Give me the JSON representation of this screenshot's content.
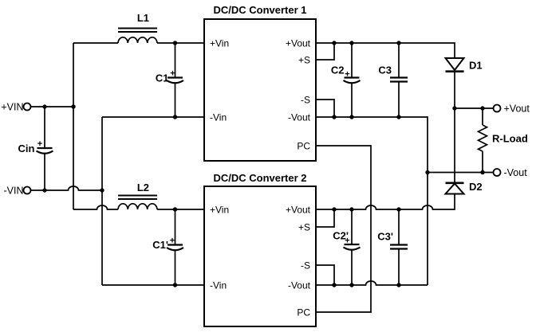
{
  "colors": {
    "line": "#000000",
    "background": "#ffffff"
  },
  "input": {
    "pos_terminal": "+VIN",
    "neg_terminal": "-VIN",
    "bulk_cap": {
      "label": "Cin",
      "polarity": "+"
    }
  },
  "output": {
    "pos_terminal": "+Vout",
    "neg_terminal": "-Vout",
    "load": "R-Load"
  },
  "branch1": {
    "title": "DC/DC Converter 1",
    "inductor": "L1",
    "input_cap": {
      "label": "C1",
      "polarity": "+"
    },
    "output_cap_polar": {
      "label": "C2",
      "polarity": "+"
    },
    "output_cap": "C3",
    "diode": "D1",
    "pins": {
      "vin_pos": "+Vin",
      "vin_neg": "-Vin",
      "vout_pos": "+Vout",
      "sense_pos": "+S",
      "sense_neg": "-S",
      "vout_neg": "-Vout",
      "pc": "PC"
    }
  },
  "branch2": {
    "title": "DC/DC Converter 2",
    "inductor": "L2",
    "input_cap": {
      "label": "C1'",
      "polarity": "+"
    },
    "output_cap_polar": {
      "label": "C2'",
      "polarity": "+"
    },
    "output_cap": "C3'",
    "diode": "D2",
    "pins": {
      "vin_pos": "+Vin",
      "vin_neg": "-Vin",
      "vout_pos": "+Vout",
      "sense_pos": "+S",
      "sense_neg": "-S",
      "vout_neg": "-Vout",
      "pc": "PC"
    }
  }
}
